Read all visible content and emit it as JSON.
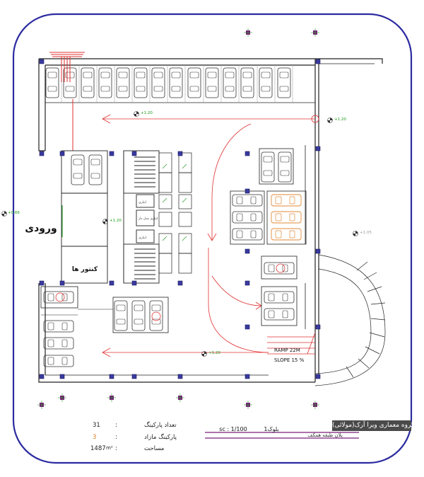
{
  "plan": {
    "entrance_label": "ورودی",
    "counters_label": "کنتور ها",
    "ramp_label": "RAMP 22M",
    "slope_label": "SLOPE 15 %",
    "level_markers": [
      "+1.20",
      "+1.20",
      "+1.20",
      "+1.20",
      "+0.66",
      "+1.05"
    ],
    "room_labels": [
      "انباری",
      "انباری\nمدل دار",
      "انباری"
    ]
  },
  "summary": {
    "parking_count_label": "تعداد پارکینگ",
    "parking_count_value": "31",
    "extra_parking_label": "پارکینگ مازاد",
    "extra_parking_value": "3",
    "area_label": "مساحت",
    "area_value": "1487",
    "area_unit": "m²"
  },
  "title_block": {
    "scale": "sc : 1/100",
    "block_name": "بلوک1",
    "firm_name": "گروه معماری ویرا آرک(مولائی)",
    "under_text": "پلان طبقه همکف"
  },
  "colors": {
    "frame": "#2b2ba0",
    "wall": "#222222",
    "red_line": "#e03030",
    "orange_car": "#e08a3a",
    "green_text": "#1a9a1a",
    "column_fill": "#3a3aa0",
    "grid_marker": "#7a1f7a"
  }
}
